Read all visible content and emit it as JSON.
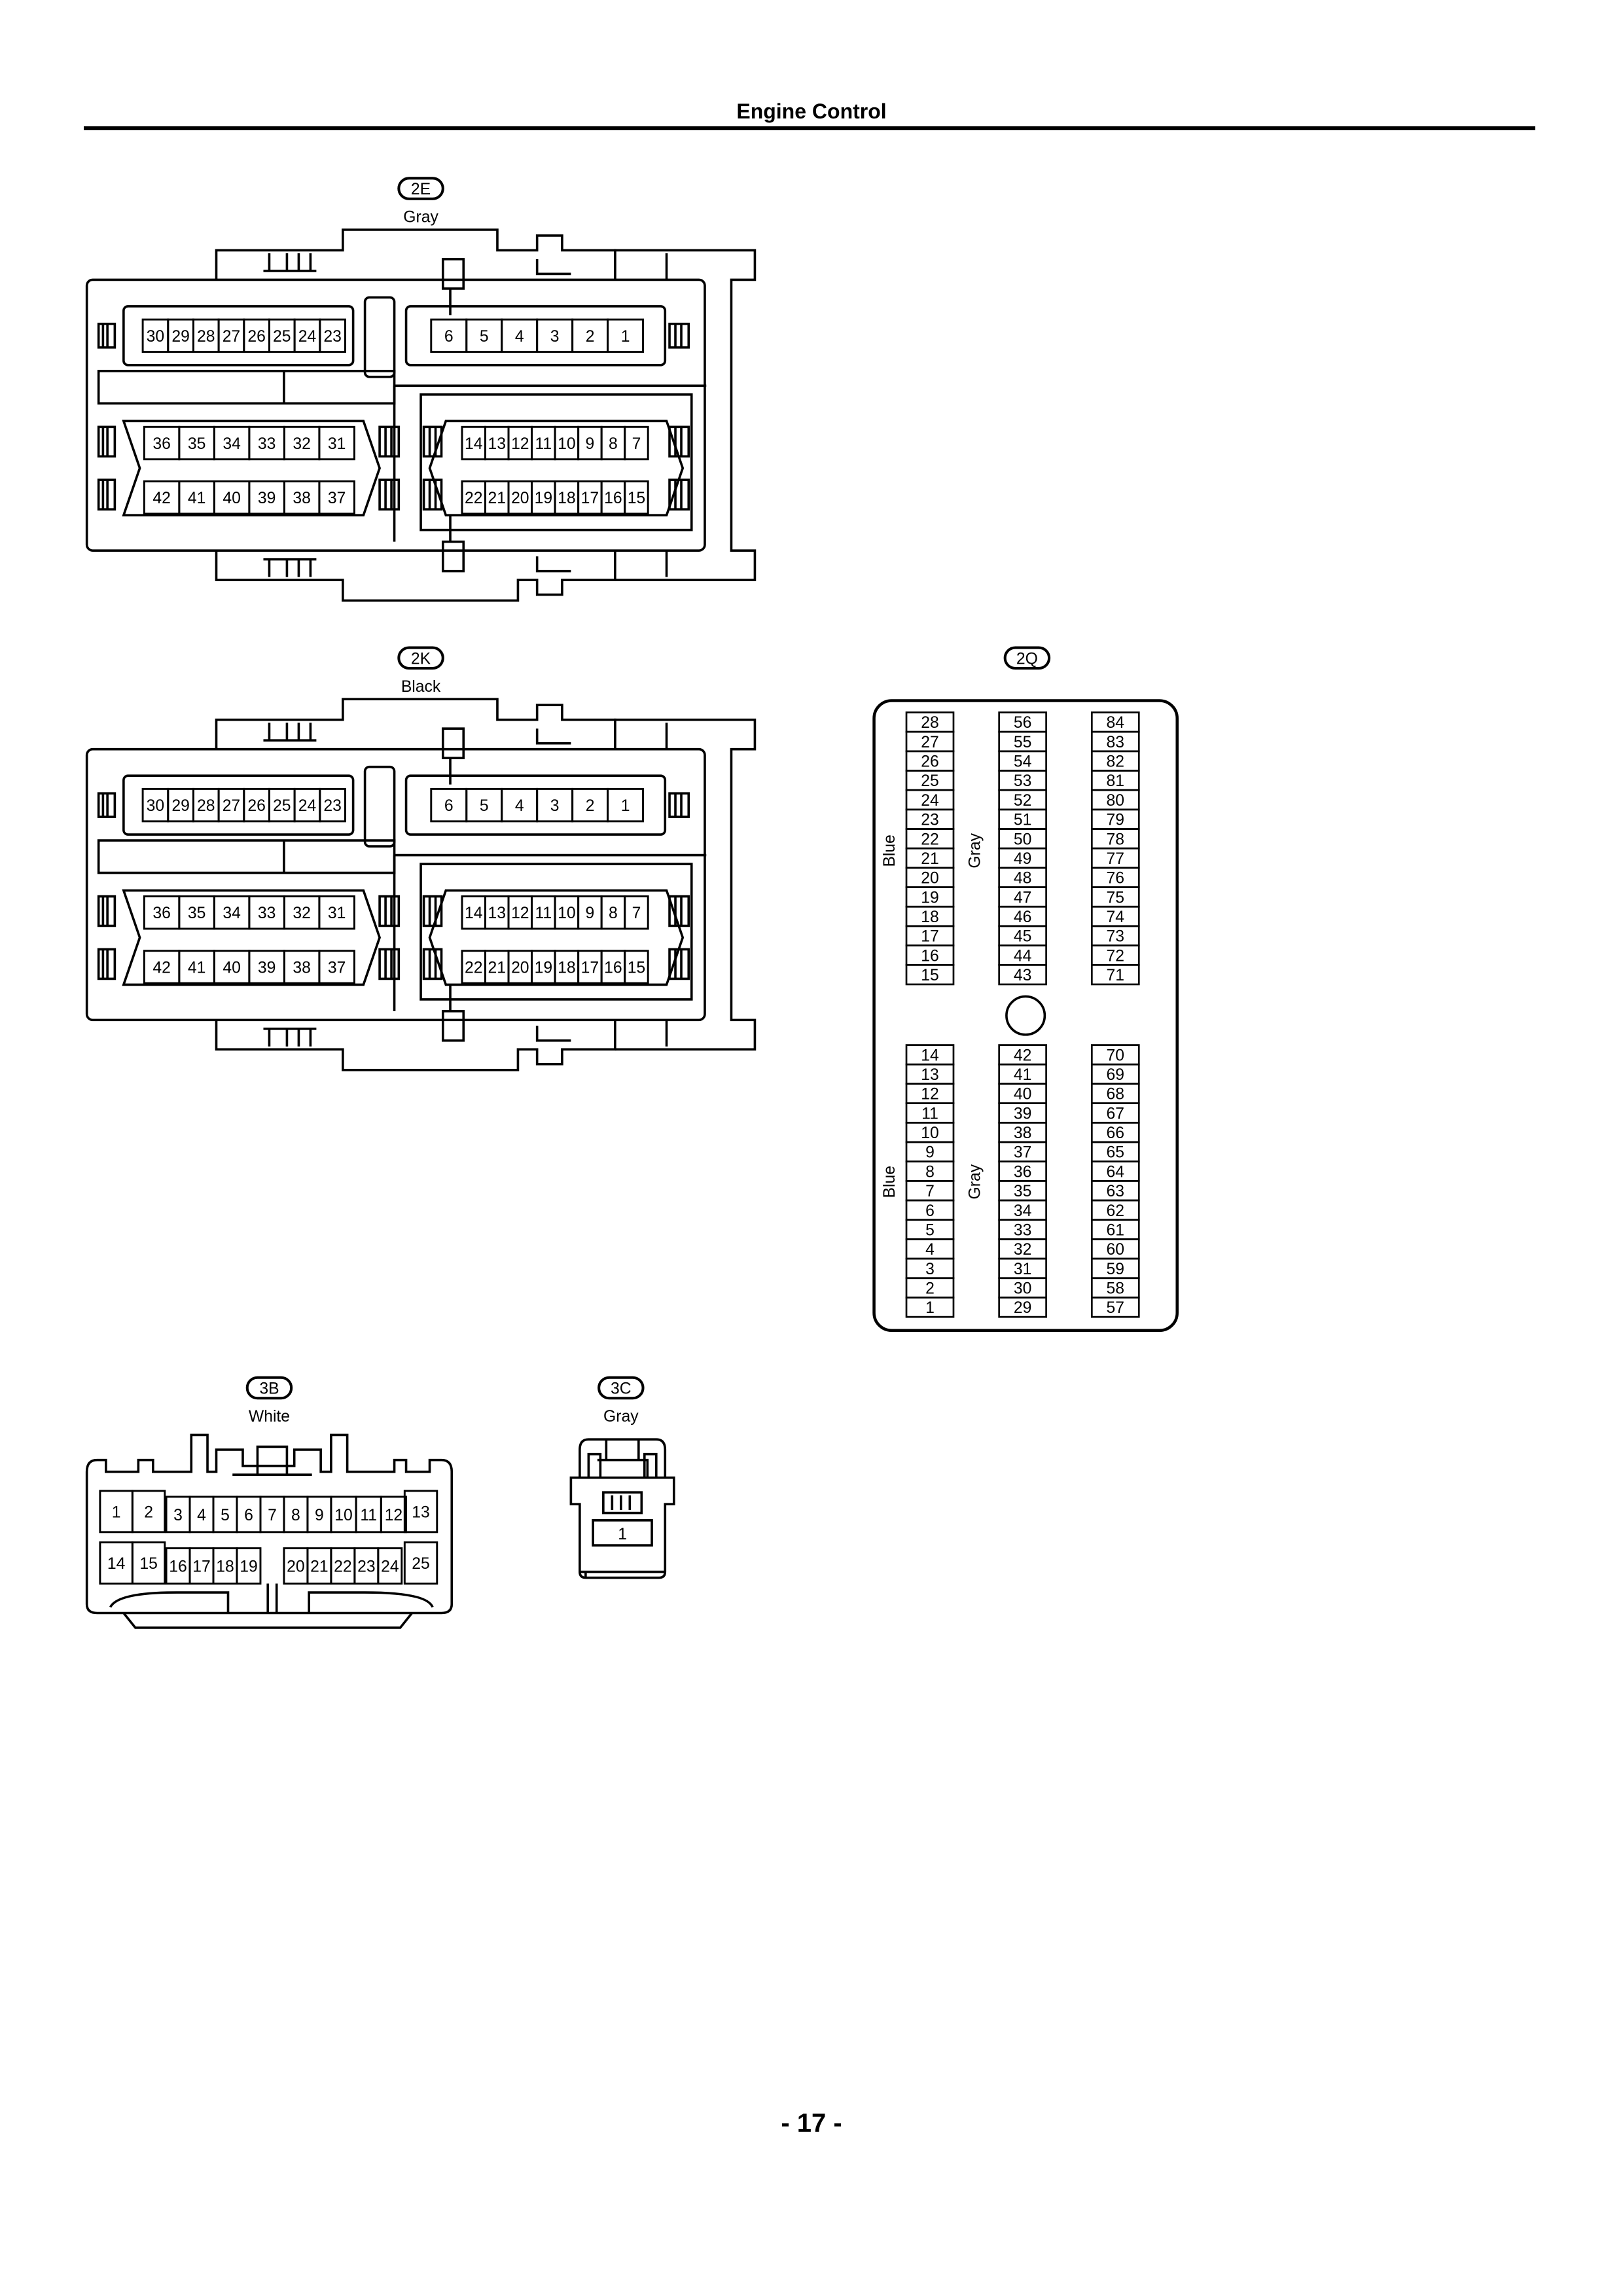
{
  "header": {
    "title": "Engine Control"
  },
  "footer": {
    "page_number": "- 17 -"
  },
  "connectors": {
    "c2E": {
      "tag": "2E",
      "color": "Gray",
      "row_top_left": [
        "30",
        "29",
        "28",
        "27",
        "26",
        "25",
        "24",
        "23"
      ],
      "row_top_right": [
        "6",
        "5",
        "4",
        "3",
        "2",
        "1"
      ],
      "row_mid_left": [
        "36",
        "35",
        "34",
        "33",
        "32",
        "31"
      ],
      "row_mid_right": [
        "14",
        "13",
        "12",
        "11",
        "10",
        "9",
        "8",
        "7"
      ],
      "row_bot_left": [
        "42",
        "41",
        "40",
        "39",
        "38",
        "37"
      ],
      "row_bot_right": [
        "22",
        "21",
        "20",
        "19",
        "18",
        "17",
        "16",
        "15"
      ]
    },
    "c2K": {
      "tag": "2K",
      "color": "Black",
      "row_top_left": [
        "30",
        "29",
        "28",
        "27",
        "26",
        "25",
        "24",
        "23"
      ],
      "row_top_right": [
        "6",
        "5",
        "4",
        "3",
        "2",
        "1"
      ],
      "row_mid_left": [
        "36",
        "35",
        "34",
        "33",
        "32",
        "31"
      ],
      "row_mid_right": [
        "14",
        "13",
        "12",
        "11",
        "10",
        "9",
        "8",
        "7"
      ],
      "row_bot_left": [
        "42",
        "41",
        "40",
        "39",
        "38",
        "37"
      ],
      "row_bot_right": [
        "22",
        "21",
        "20",
        "19",
        "18",
        "17",
        "16",
        "15"
      ]
    },
    "c2Q": {
      "tag": "2Q",
      "left_label": "Blue",
      "mid_label": "Gray",
      "col_tl": [
        "28",
        "27",
        "26",
        "25",
        "24",
        "23",
        "22",
        "21",
        "20",
        "19",
        "18",
        "17",
        "16",
        "15"
      ],
      "col_tm": [
        "56",
        "55",
        "54",
        "53",
        "52",
        "51",
        "50",
        "49",
        "48",
        "47",
        "46",
        "45",
        "44",
        "43"
      ],
      "col_tr": [
        "84",
        "83",
        "82",
        "81",
        "80",
        "79",
        "78",
        "77",
        "76",
        "75",
        "74",
        "73",
        "72",
        "71"
      ],
      "col_bl": [
        "14",
        "13",
        "12",
        "11",
        "10",
        "9",
        "8",
        "7",
        "6",
        "5",
        "4",
        "3",
        "2",
        "1"
      ],
      "col_bm": [
        "42",
        "41",
        "40",
        "39",
        "38",
        "37",
        "36",
        "35",
        "34",
        "33",
        "32",
        "31",
        "30",
        "29"
      ],
      "col_br": [
        "70",
        "69",
        "68",
        "67",
        "66",
        "65",
        "64",
        "63",
        "62",
        "61",
        "60",
        "59",
        "58",
        "57"
      ]
    },
    "c3B": {
      "tag": "3B",
      "color": "White",
      "row_top": [
        "1",
        "2",
        "3",
        "4",
        "5",
        "6",
        "7",
        "8",
        "9",
        "10",
        "11",
        "12",
        "13"
      ],
      "row_bot": [
        "14",
        "15",
        "16",
        "17",
        "18",
        "19",
        "20",
        "21",
        "22",
        "23",
        "24",
        "25"
      ]
    },
    "c3C": {
      "tag": "3C",
      "color": "Gray",
      "pin": "1"
    }
  }
}
